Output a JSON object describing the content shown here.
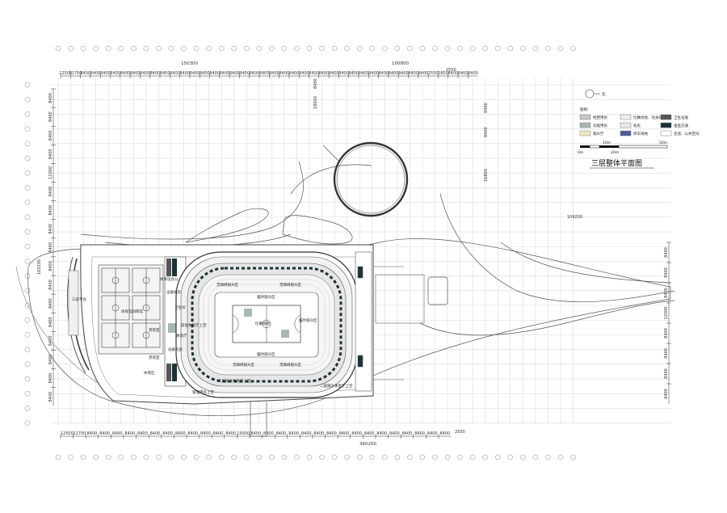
{
  "title": "三层整体平面图",
  "north": "北",
  "legend": {
    "heading": "图例:",
    "items": [
      {
        "label": "经营用房",
        "color": "#c8c8c8"
      },
      {
        "label": "比赛场地、热身场地",
        "color": "#eeeeee"
      },
      {
        "label": "卫生设施",
        "color": "#555555"
      },
      {
        "label": "功能用房",
        "color": "#a9b6b6"
      },
      {
        "label": "机房",
        "color": "#e8e8e8"
      },
      {
        "label": "垂直交通",
        "color": "#1c3238"
      },
      {
        "label": "观众厅",
        "color": "#efe7c4"
      },
      {
        "label": "停车场地",
        "color": "#4d5e9c"
      },
      {
        "label": "走道、公共空间",
        "color": "#ffffff"
      }
    ]
  },
  "scale": {
    "labels": [
      "10m",
      "0m",
      "20m",
      "50m"
    ]
  },
  "dims": {
    "top_total_left": "150300",
    "top_total_right": "100800",
    "top_small": "2550",
    "top_segments": [
      "12500",
      "11700",
      "8400",
      "8400",
      "8400",
      "8400",
      "8400",
      "8400",
      "8400",
      "8400",
      "8400",
      "8400",
      "8400",
      "8400",
      "8400",
      "8400",
      "8400",
      "8400",
      "8400",
      "8400",
      "8400",
      "8400",
      "8400",
      "8400",
      "8400",
      "8400",
      "8400",
      "8400",
      "8400",
      "8400",
      "8400",
      "8400",
      "8400",
      "8400",
      "8400",
      "8400",
      "8400",
      "2550",
      "5850",
      "8400",
      "8400",
      "8400"
    ],
    "bottom_total": "360200",
    "bottom_small": "2550",
    "bottom_segments": [
      "12500",
      "11700",
      "8400",
      "8400",
      "8400",
      "8400",
      "8400",
      "8400",
      "8400",
      "8400",
      "8400",
      "8400",
      "8400",
      "8400",
      "15600",
      "8400",
      "8400",
      "8400",
      "8400",
      "8400",
      "8400",
      "8400",
      "8400",
      "8400",
      "8400",
      "8400",
      "8400",
      "8400",
      "8400",
      "8400",
      "8400"
    ],
    "right_segment": "109200",
    "left_total": "165200",
    "left_segments": [
      "8400",
      "8400",
      "8400",
      "8400",
      "12000",
      "8400",
      "8400",
      "8400",
      "8400",
      "8400",
      "8400",
      "8400",
      "8400",
      "8400",
      "8400",
      "8400",
      "8400"
    ],
    "right_segments": [
      "8400",
      "8400",
      "8400",
      "12000",
      "8400",
      "8400",
      "8400",
      "8400"
    ],
    "mid_left": [
      "18600",
      "8400"
    ],
    "mid_right": [
      "16800",
      "8400",
      "8400"
    ]
  },
  "rooms": {
    "audience_nw": "无障碍观众区",
    "audience_ne": "无障碍观众区",
    "audience_n": "临时观众区",
    "audience_e": "临时观众区",
    "audience_s": "临时观众区",
    "audience_se": "无障碍观众区",
    "audience_sw": "无障碍观众区",
    "court": "比赛场地",
    "concourse_w": "前往休息厅上空",
    "concourse_s": "二层观众休息厅上空",
    "concourse_se": "二层观众休息厅上空",
    "concourse_lobby_w": "前往休息厅上空",
    "training": "体育馆训练馆",
    "training_w": "三层平台",
    "office": "体育馆办公",
    "sports": "体育区",
    "equipment": "设备机房",
    "equipment2": "设备机房",
    "upper_void": "管理用房上空",
    "toilet": "卫生间",
    "storage": "贵宾室",
    "vip": "贵宾室",
    "hall": "休息厅"
  }
}
